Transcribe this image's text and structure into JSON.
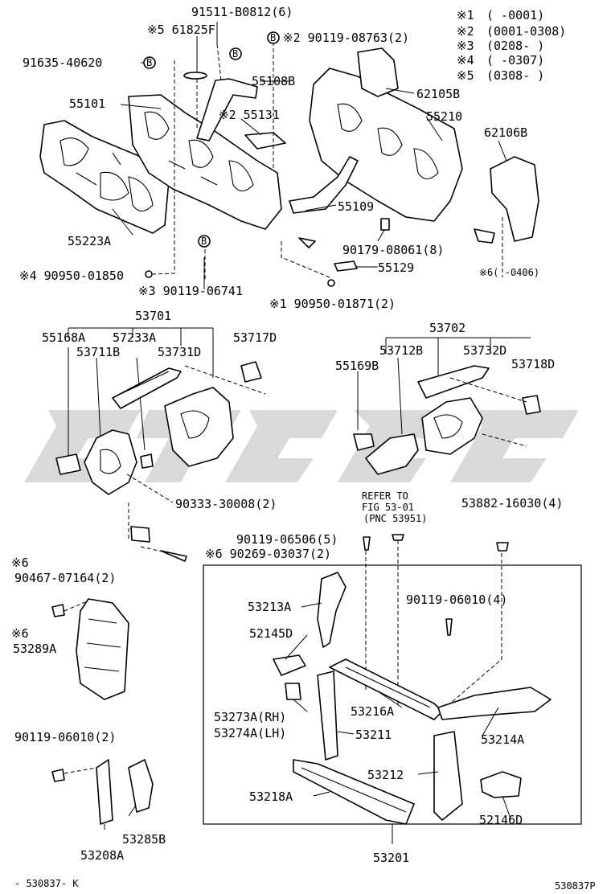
{
  "legend": [
    {
      "mark": "※1",
      "range": "(      -0001)"
    },
    {
      "mark": "※2",
      "range": "(0001-0308)"
    },
    {
      "mark": "※3",
      "range": "(0208-      )"
    },
    {
      "mark": "※4",
      "range": "(      -0307)"
    },
    {
      "mark": "※5",
      "range": "(0308-      )"
    }
  ],
  "labels": {
    "p91511": "91511-B0812(6)",
    "p61825F": "※5 61825F",
    "p90119_08763": "※2 90119-08763(2)",
    "p91635": "91635-40620",
    "p55108B": "55108B",
    "p62105B": "62105B",
    "p55101": "55101",
    "p55131": "※2 55131",
    "p55210": "55210",
    "p62106B": "62106B",
    "p55223A": "55223A",
    "p55109": "55109",
    "p90179": "90179-08061(8)",
    "p55129": "55129",
    "p90950_01850": "※4 90950-01850",
    "p90119_06741": "※3 90119-06741",
    "p6_0406": "※6(      -0406)",
    "p90950_01871": "※1 90950-01871(2)",
    "p53701": "53701",
    "p55168A": "55168A",
    "p57233A": "57233A",
    "p53717D": "53717D",
    "p53711B": "53711B",
    "p53731D": "53731D",
    "p53702": "53702",
    "p55169B": "55169B",
    "p53712B": "53712B",
    "p53732D": "53732D",
    "p53718D": "53718D",
    "p90333": "90333-30008(2)",
    "refer1": "REFER TO",
    "refer2": "FIG 53-01",
    "refer3": "(PNC 53951)",
    "p53882": "53882-16030(4)",
    "p90119_06506": "90119-06506(5)",
    "p90269": "※6 90269-03037(2)",
    "p6a": "※6",
    "p90467": "90467-07164(2)",
    "p6b": "※6",
    "p53289A": "53289A",
    "p53213A": "53213A",
    "p90119_06010a": "90119-06010(4)",
    "p52145D": "52145D",
    "p53273A": "53273A(RH)",
    "p53274A": "53274A(LH)",
    "p53216A": "53216A",
    "p53214A": "53214A",
    "p53211": "53211",
    "p90119_06010b": "90119-06010(2)",
    "p53212": "53212",
    "p53218A": "53218A",
    "p52146D": "52146D",
    "p53208A": "53208A",
    "p53285B": "53285B",
    "p53201": "53201",
    "footer_left": "- 530837- K",
    "footer_right": "530837P"
  },
  "circle_marks": {
    "b": "B"
  }
}
